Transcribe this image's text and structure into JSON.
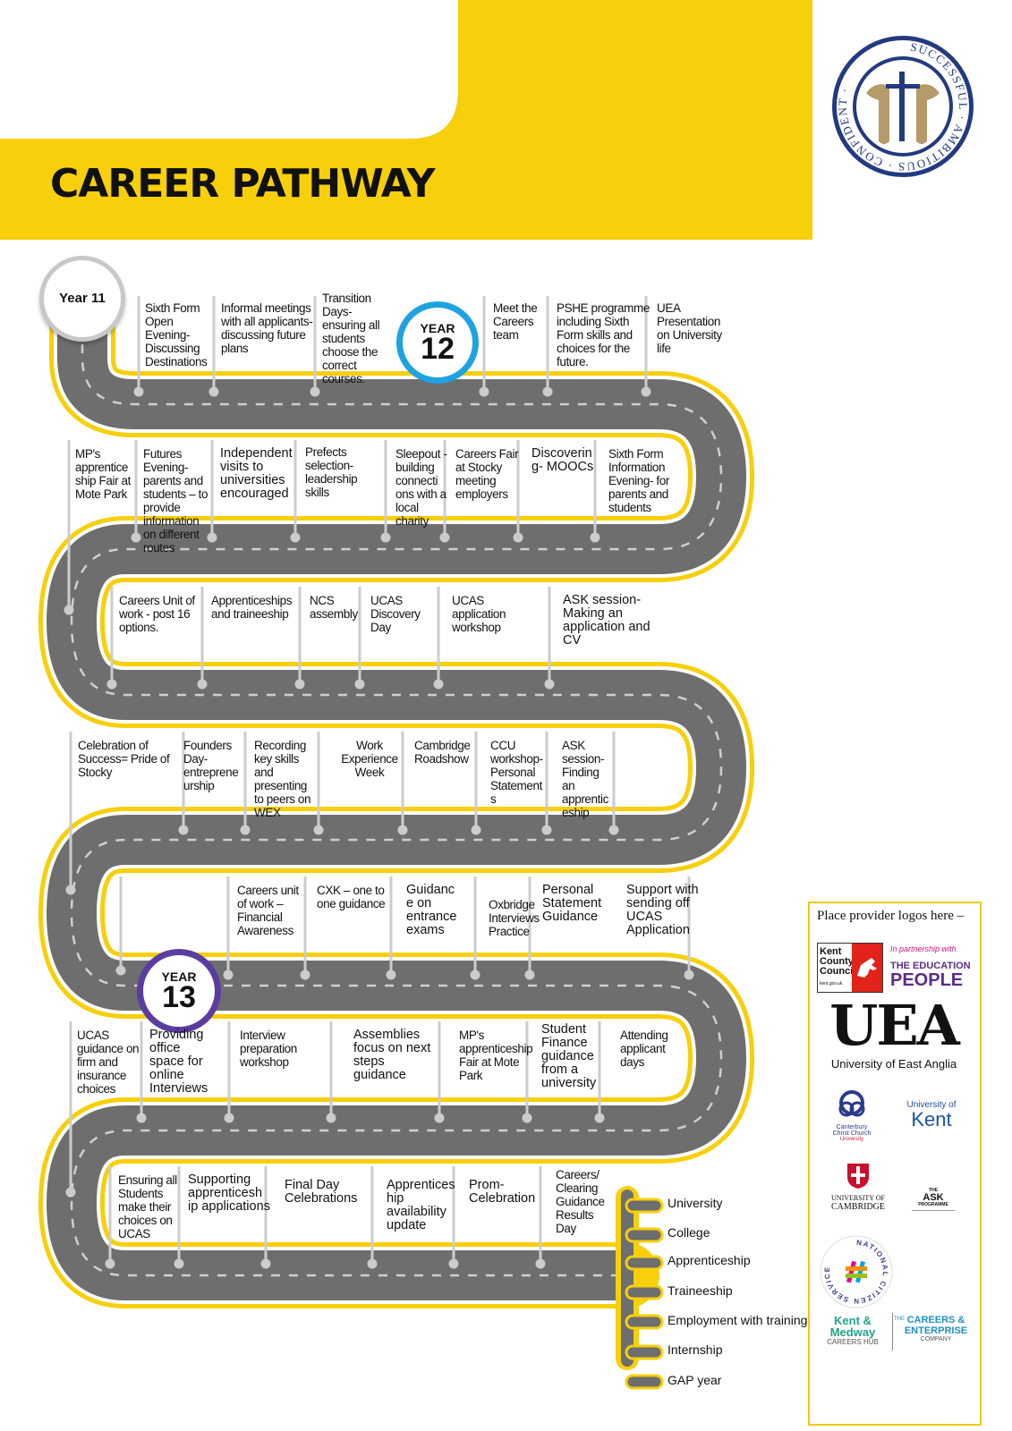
{
  "header": {
    "title": "CAREER PATHWAY",
    "brand_yellow": "#F7CF0A"
  },
  "crest": {
    "ring_text": "SUCCESSFUL AMBITIOUS CONFIDENT",
    "ring_color": "#233a80",
    "gold": "#b59a6a"
  },
  "badges": {
    "year11": "Year 11",
    "year12_label": "YEAR",
    "year12_num": "12",
    "year13_label": "YEAR",
    "year13_num": "13"
  },
  "row1": [
    "Sixth Form Open Evening- Discussing Destinations",
    "Informal meetings with all applicants- discussing future plans",
    "Transition Days- ensuring all students choose the correct courses.",
    "Meet the Careers team",
    "PSHE programme including Sixth Form skills and choices for the future.",
    "UEA Presentation on University life"
  ],
  "row2": [
    "MP's apprentice ship Fair at Mote Park",
    "Futures Evening- parents and students – to provide information on different routes",
    "Independent visits to universities encouraged",
    "Prefects selection- leadership skills",
    "Sleepout - building connecti ons with a local charity",
    "Careers Fair at Stocky meeting employers",
    "Discoverin g- MOOCs",
    "Sixth Form Information Evening- for parents and students"
  ],
  "row3": [
    "Careers Unit of work - post 16 options.",
    "Apprenticeships and traineeship",
    "NCS assembly",
    "UCAS Discovery Day",
    "UCAS application workshop",
    "ASK  session- Making an application and CV"
  ],
  "row4": [
    "Celebration of Success= Pride of Stocky",
    "Founders Day- entreprene urship",
    "Recording key skills and presenting to peers on WEX",
    "Work Experience Week",
    "Cambridge Roadshow",
    "CCU workshop- Personal Statement s",
    "ASK session- Finding an apprentic eship"
  ],
  "row5": [
    "Careers unit of work – Financial Awareness",
    "CXK – one to one guidance",
    "Guidanc e on entrance exams",
    "Oxbridge Interviews Practice",
    "Personal Statement Guidance",
    "Support with sending off UCAS Application"
  ],
  "row6": [
    "UCAS guidance on firm and insurance choices",
    "Providing office space for online Interviews",
    "Interview preparation workshop",
    "Assemblies focus on next steps guidance",
    "MP's apprenticeship Fair at Mote Park",
    "Student Finance guidance from a university",
    "Attending applicant days"
  ],
  "row7": [
    "Ensuring all Students make their choices on UCAS",
    "Supporting apprenticesh ip applications",
    "Final Day Celebrations",
    "Apprentices hip availability update",
    "Prom- Celebration",
    "Careers/ Clearing Guidance Results Day"
  ],
  "destinations": [
    "University",
    "College",
    "Apprenticeship",
    "Traineeship",
    "Employment with training",
    "Internship",
    "GAP year"
  ],
  "logos": {
    "title": "Place provider logos here –",
    "kent_cc": "Kent County Council",
    "kent_cc_url": "kent.gov.uk",
    "partnership": "In partnership with",
    "education_people_1": "THE EDUCATION",
    "education_people_2": "PEOPLE",
    "uea_mark": "UEA",
    "uea_name": "University of East Anglia",
    "cccu_1": "Canterbury",
    "cccu_2": "Christ Church",
    "cccu_3": "University",
    "kent_uni_1": "University of",
    "kent_uni_2": "Kent",
    "cambridge_1": "UNIVERSITY OF",
    "cambridge_2": "CAMBRIDGE",
    "ask_1": "THE",
    "ask_2": "ASK",
    "ask_3": "PROGRAMME",
    "ncs_text": "NATIONAL CITIZEN SERVICE",
    "km_1": "Kent &",
    "km_2": "Medway",
    "km_3": "CAREERS HUB",
    "cec_1": "THE",
    "cec_2": "CAREERS &",
    "cec_3": "ENTERPRISE",
    "cec_4": "COMPANY"
  }
}
